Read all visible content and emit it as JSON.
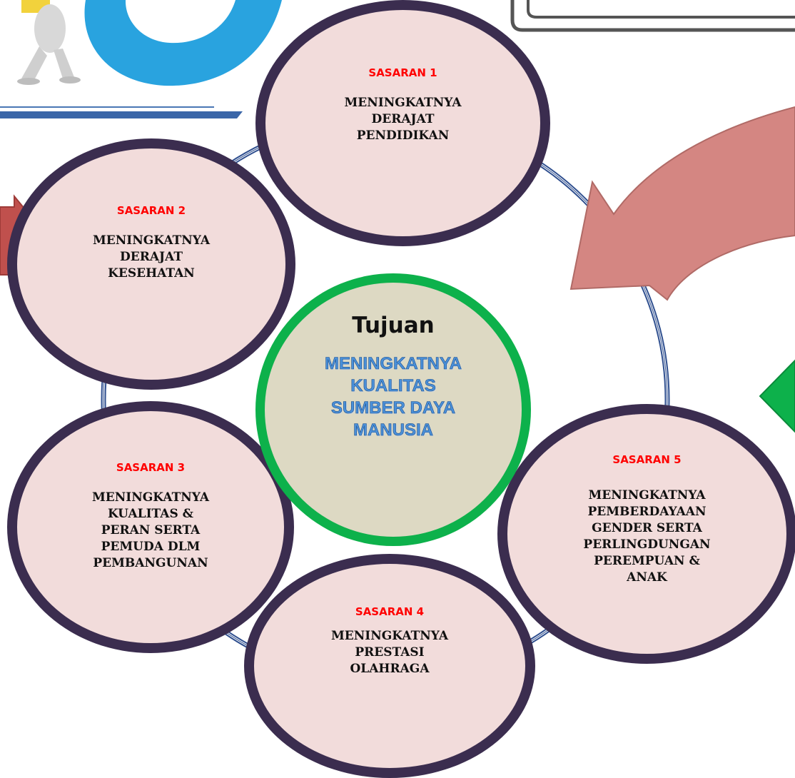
{
  "center": {
    "label": "Tujuan",
    "goal": "MENINGKATNYA\nKUALITAS\nSUMBER DAYA\nMANUSIA"
  },
  "targets": [
    {
      "title": "SASARAN 1",
      "body": "MENINGKATNYA\nDERAJAT\nPENDIDIKAN"
    },
    {
      "title": "SASARAN 2",
      "body": "MENINGKATNYA\nDERAJAT\nKESEHATAN"
    },
    {
      "title": "SASARAN 3",
      "body": "MENINGKATNYA\nKUALITAS &\nPERAN SERTA\nPEMUDA DLM\nPEMBANGUNAN"
    },
    {
      "title": "SASARAN 4",
      "body": "MENINGKATNYA\nPRESTASI\nOLAHRAGA"
    },
    {
      "title": "SASARAN 5",
      "body": "MENINGKATNYA\nPEMBERDAYAAN\nGENDER SERTA\nPERLINGDUNGAN\nPEREMPUAN &\nANAK"
    }
  ],
  "colors": {
    "circle_fill": "#f2dcdb",
    "circle_border": "#3b2d4f",
    "sasaran_title": "#ff0000",
    "center_fill": "#ddd9c3",
    "center_border": "#0db14b",
    "goal_text": "#4a90d9",
    "ring": "#2f4f8f",
    "arrow_red": "#c06060",
    "arrow_green": "#0db14b"
  }
}
